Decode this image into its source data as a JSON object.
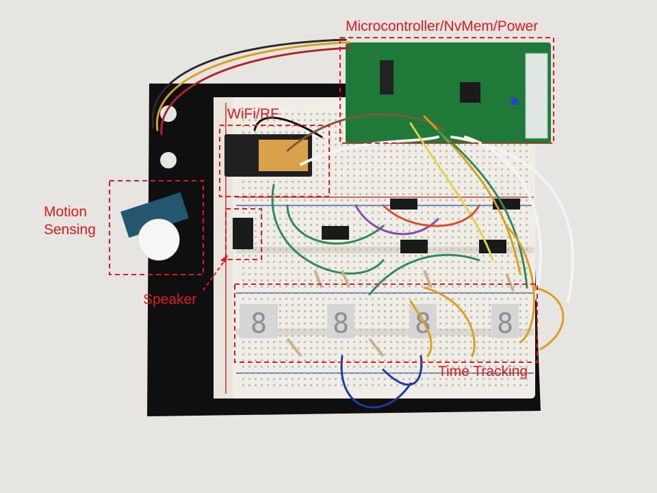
{
  "annotations": {
    "microcontroller": "Microcontroller/NvMem/Power",
    "wifi": "WiFi/RF",
    "motion": "Motion\nSensing",
    "speaker": "Speaker",
    "time": "Time Tracking"
  },
  "digits": [
    "8",
    "8",
    "8",
    "8"
  ],
  "colors": {
    "annotation": "#e11b1b",
    "background": "#e9e7e4",
    "mount": "#111111",
    "breadboard": "#f2efe9",
    "pcb": "#1f7a3a",
    "led": "#d8d8d8"
  }
}
